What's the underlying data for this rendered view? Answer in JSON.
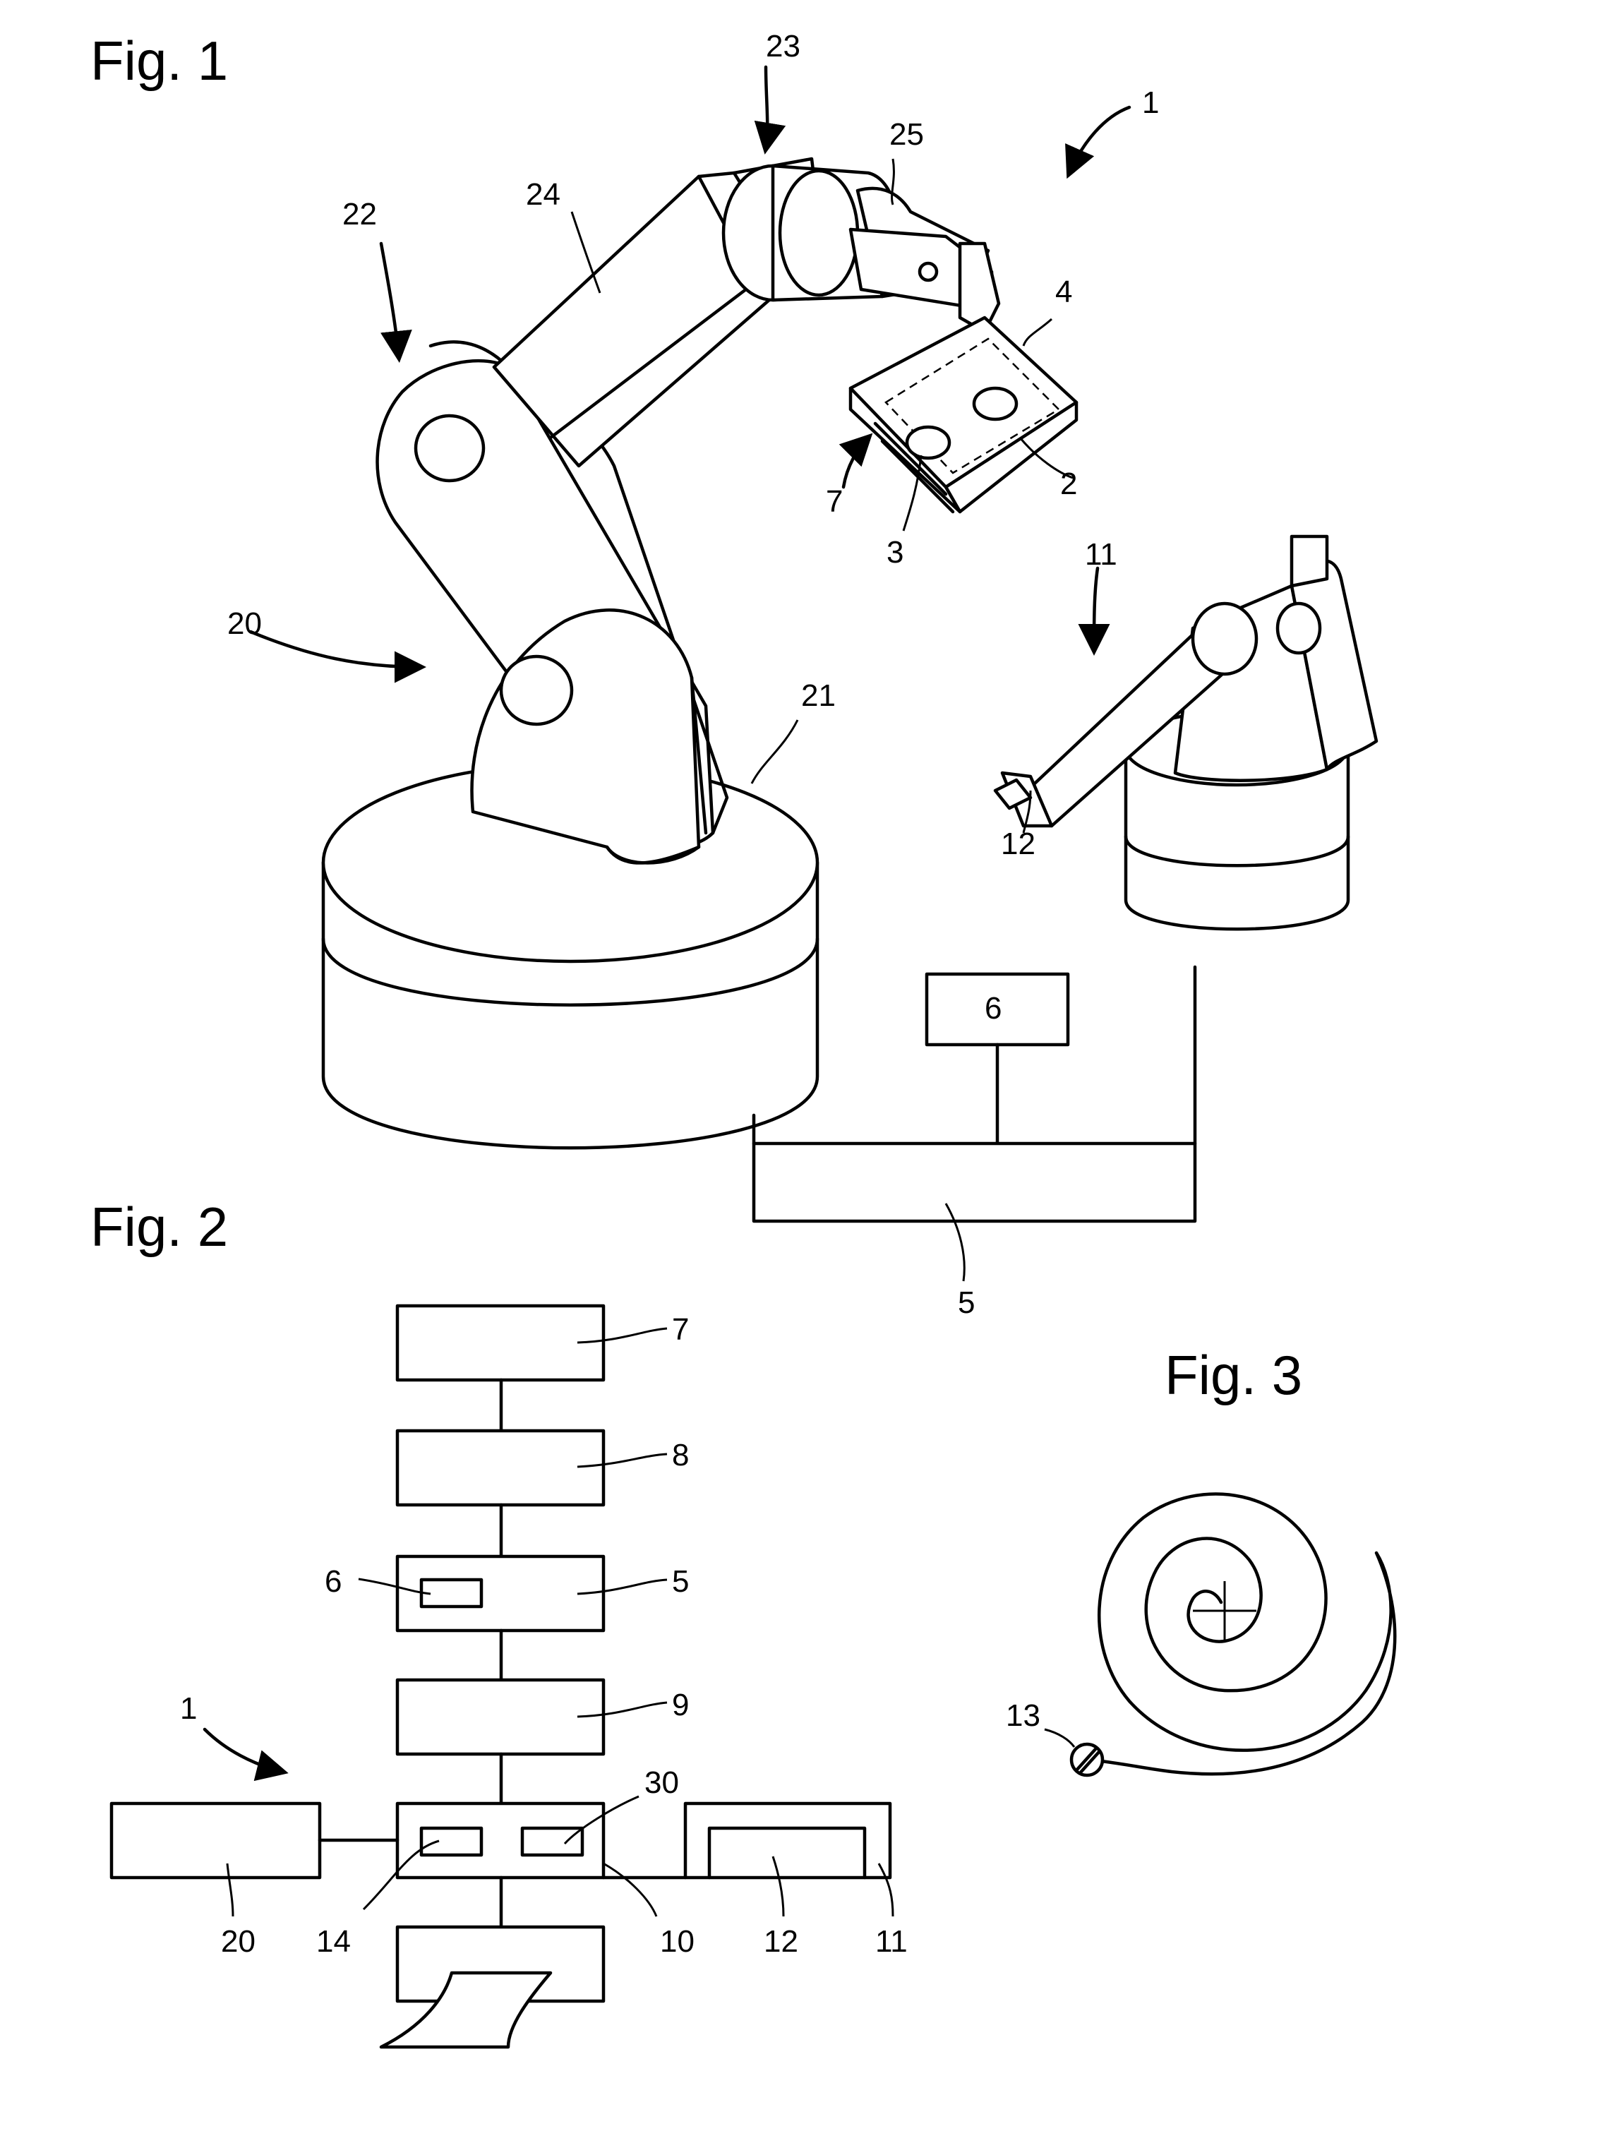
{
  "figures": {
    "fig1": {
      "title": "Fig. 1"
    },
    "fig2": {
      "title": "Fig. 2"
    },
    "fig3": {
      "title": "Fig. 3"
    }
  },
  "fig1_labels": {
    "system": "1",
    "workpiece": "2",
    "hole": "3",
    "plate": "4",
    "controller": "5",
    "unit6": "6",
    "sensor": "7",
    "second_robot": "11",
    "tool": "12",
    "first_robot": "20",
    "base": "21",
    "arm": "22",
    "wrist": "23",
    "link": "24",
    "flange": "25"
  },
  "fig2_labels": {
    "system": "1",
    "b7": "7",
    "b8": "8",
    "b5": "5",
    "b6": "6",
    "b9": "9",
    "b10": "10",
    "b30": "30",
    "b14": "14",
    "b20": "20",
    "b11": "11",
    "b12": "12"
  },
  "fig3_labels": {
    "marker": "13"
  }
}
